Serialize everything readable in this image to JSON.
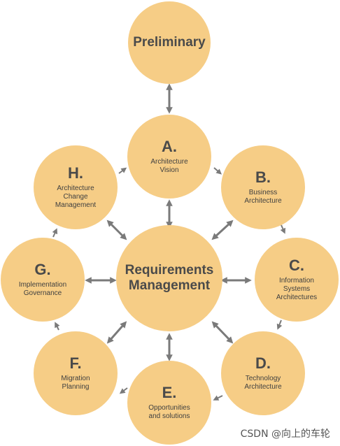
{
  "preliminary": "Preliminary",
  "center": "Requirements\nManagement",
  "phases": {
    "A": {
      "letter": "A.",
      "label": "Architecture\nVision"
    },
    "B": {
      "letter": "B.",
      "label": "Business\nArchitecture"
    },
    "C": {
      "letter": "C.",
      "label": "Information\nSystems\nArchitectures"
    },
    "D": {
      "letter": "D.",
      "label": "Technology\nArchitecture"
    },
    "E": {
      "letter": "E.",
      "label": "Opportunities\nand solutions"
    },
    "F": {
      "letter": "F.",
      "label": "Migration\nPlanning"
    },
    "G": {
      "letter": "G.",
      "label": "Implementation\nGovernance"
    },
    "H": {
      "letter": "H.",
      "label": "Architecture\nChange\nManagement"
    }
  },
  "watermark": "CSDN @向上的车轮",
  "colors": {
    "node": "#f6cd86",
    "arrow": "#7a7a7a"
  }
}
